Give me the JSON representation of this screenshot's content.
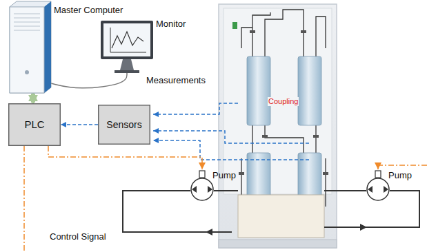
{
  "diagram": {
    "nodes": [
      {
        "text": [
          "Master Computer"
        ]
      },
      {
        "text": [
          "Monitor"
        ]
      },
      {
        "text": [
          "PLC"
        ]
      },
      {
        "text": [
          "Sensors"
        ]
      },
      {
        "text": [
          "Pump"
        ]
      },
      {
        "text": [
          "Pump"
        ]
      }
    ],
    "edges": [
      {
        "from": 0,
        "to": 2,
        "arrow": "both"
      },
      {
        "from": 0,
        "to": 1,
        "arrow": "none"
      },
      {
        "from": 3,
        "to": 2,
        "arrow": "to"
      },
      {
        "from": 2,
        "to": 4,
        "arrow": "to"
      }
    ],
    "labels": [
      "Measurements",
      "Coupling",
      "Control Signal"
    ]
  }
}
